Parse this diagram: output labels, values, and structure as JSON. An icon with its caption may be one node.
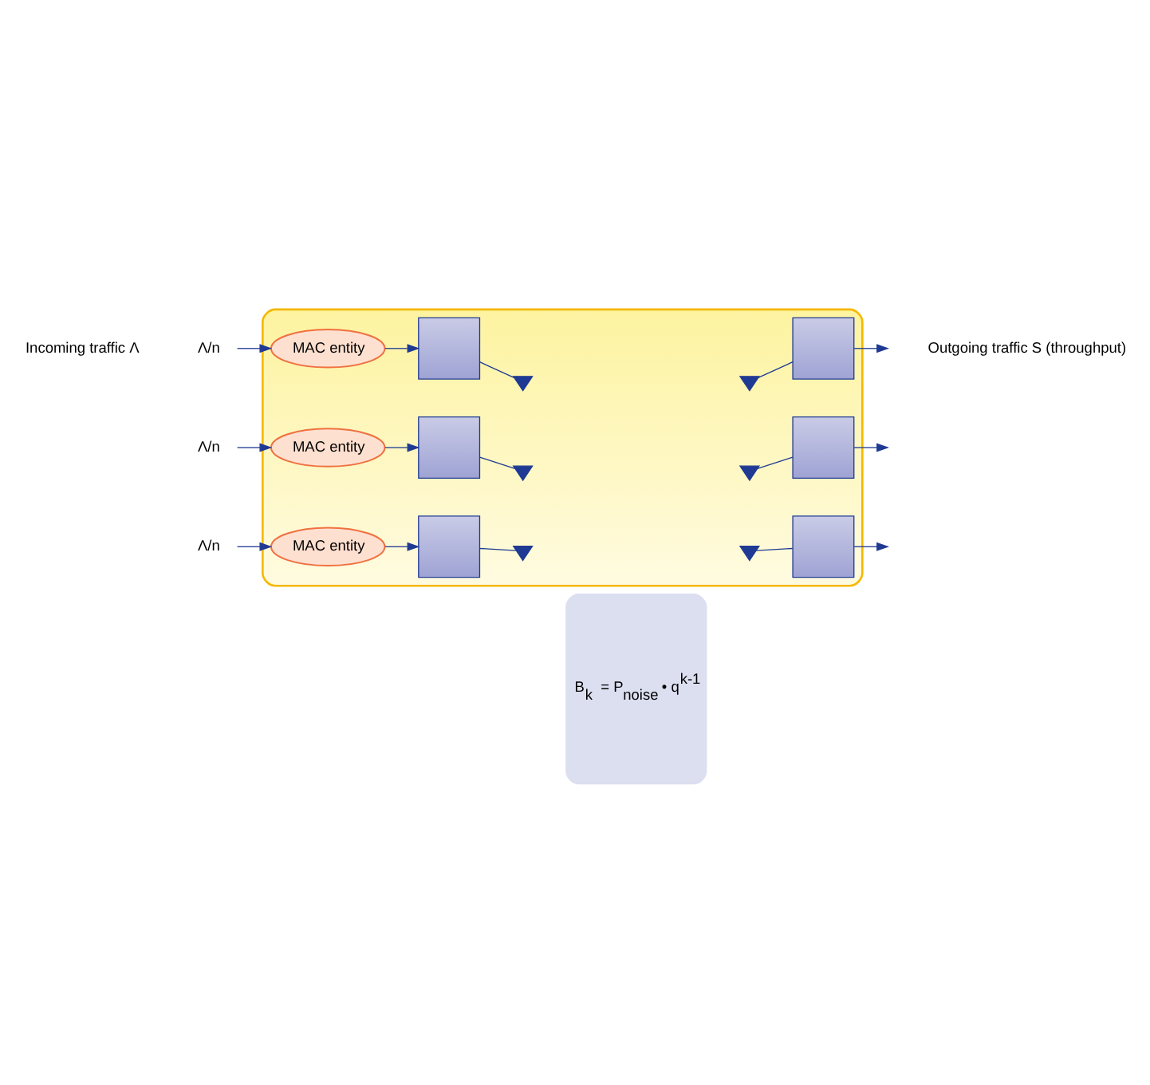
{
  "diagram": {
    "nodes": [
      {
        "text": [],
        "shape": "box"
      },
      {
        "text": [
          "B$_{k}$ = P$_{noise}$ • q$^{k-1}$"
        ]
      },
      {
        "text": [
          "Λ/n"
        ]
      },
      {
        "text": [
          "MAC entity"
        ],
        "in": 0
      },
      {
        "text": [],
        "shape": "box",
        "in": 0
      },
      {
        "text": [],
        "shape": "triangle",
        "in": 0
      },
      {
        "text": [],
        "shape": "triangle",
        "in": 0
      },
      {
        "text": [],
        "shape": "box",
        "in": 0
      },
      {
        "text": [
          "Λ/n"
        ]
      },
      {
        "text": [
          "MAC entity"
        ],
        "in": 0
      },
      {
        "text": [],
        "shape": "box",
        "in": 0
      },
      {
        "text": [],
        "shape": "triangle",
        "in": 0
      },
      {
        "text": [],
        "shape": "triangle",
        "in": 0
      },
      {
        "text": [],
        "shape": "box",
        "in": 0
      },
      {
        "text": [
          "Λ/n"
        ]
      },
      {
        "text": [
          "MAC entity"
        ],
        "in": 0
      },
      {
        "text": [],
        "shape": "box",
        "in": 0
      },
      {
        "text": [],
        "shape": "triangle",
        "in": 0
      },
      {
        "text": [],
        "shape": "triangle",
        "in": 0
      },
      {
        "text": [],
        "shape": "box",
        "in": 0
      }
    ],
    "edges": [
      {
        "from": 2,
        "to": 3,
        "arrow": "to"
      },
      {
        "from": 3,
        "to": 4,
        "arrow": "to"
      },
      {
        "from": 4,
        "to": 5,
        "arrow": "none"
      },
      {
        "from": 6,
        "to": 7,
        "arrow": "none"
      },
      {
        "from": 7,
        "to": null,
        "arrow": "to"
      },
      {
        "from": 8,
        "to": 9,
        "arrow": "to"
      },
      {
        "from": 9,
        "to": 10,
        "arrow": "to"
      },
      {
        "from": 10,
        "to": 11,
        "arrow": "none"
      },
      {
        "from": 12,
        "to": 13,
        "arrow": "none"
      },
      {
        "from": 13,
        "to": null,
        "arrow": "to"
      },
      {
        "from": 14,
        "to": 15,
        "arrow": "to"
      },
      {
        "from": 15,
        "to": 16,
        "arrow": "to"
      },
      {
        "from": 16,
        "to": 17,
        "arrow": "none"
      },
      {
        "from": 18,
        "to": 19,
        "arrow": "none"
      },
      {
        "from": 19,
        "to": null,
        "arrow": "to"
      }
    ],
    "labels": [
      "Incoming traffic Λ",
      "Outgoing traffic S (throughput)"
    ]
  }
}
